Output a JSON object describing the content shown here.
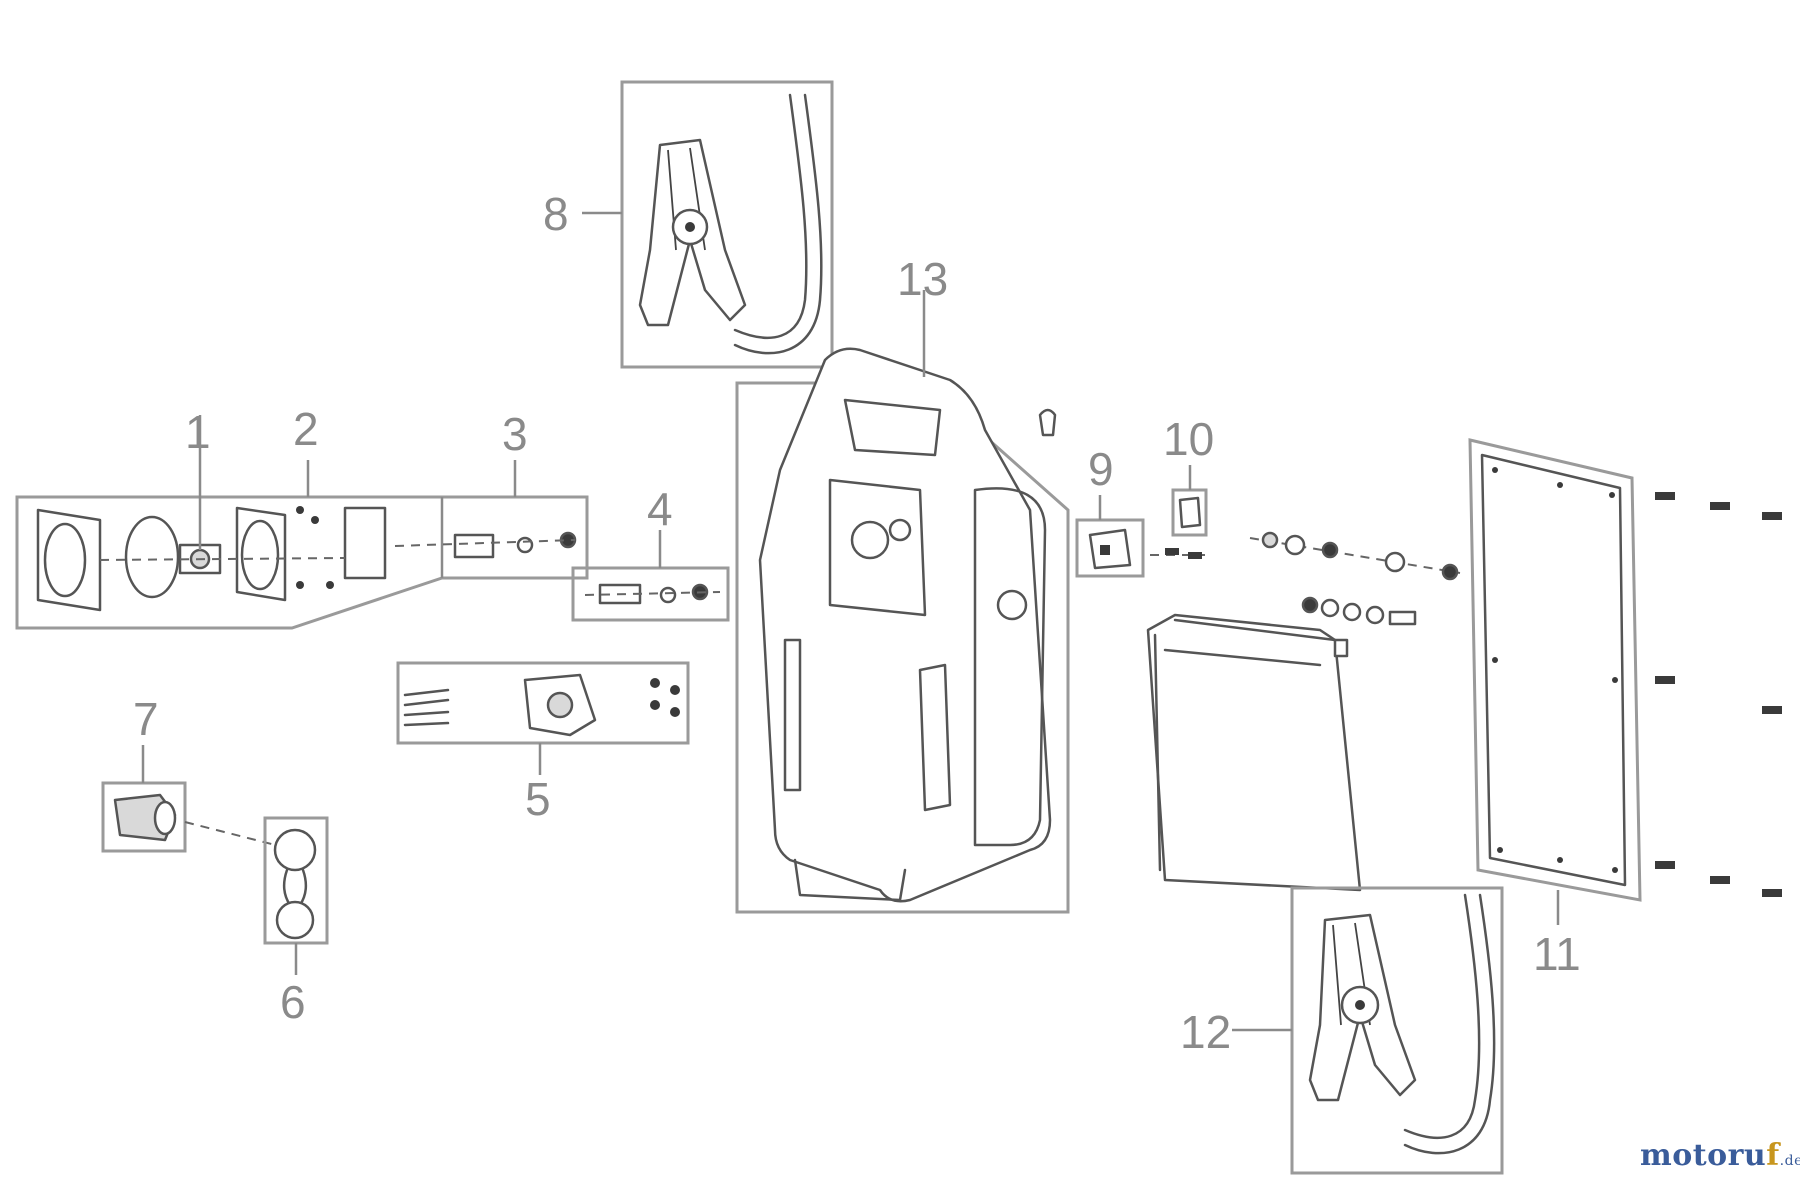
{
  "diagram": {
    "callouts": [
      "1",
      "2",
      "3",
      "4",
      "5",
      "6",
      "7",
      "8",
      "9",
      "10",
      "11",
      "12",
      "13"
    ]
  },
  "brand": {
    "main": "motoru",
    "accent": "f",
    "suffix": ".de",
    "colors": {
      "main": "#3a5c9a",
      "accent": "#c8961e"
    }
  }
}
